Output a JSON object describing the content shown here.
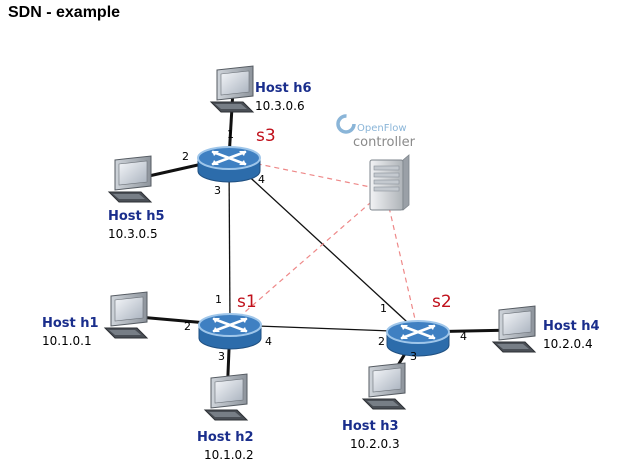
{
  "title": "SDN - example",
  "colors": {
    "host_name": "#1a2e8c",
    "switch_name": "#c0101b",
    "link": "#111111",
    "control_link": "#ee8888",
    "switch_fill": "#3f80c2",
    "switch_rim": "#9fc6ea",
    "openflow_text": "#8ab5d8",
    "controller_text": "#8a8a8a"
  },
  "controller": {
    "brand": "OpenFlow",
    "label": "controller"
  },
  "switches": [
    {
      "id": "s1",
      "label": "s1",
      "ports": [
        {
          "num": "1",
          "side": "top"
        },
        {
          "num": "2",
          "side": "left"
        },
        {
          "num": "3",
          "side": "bottom"
        },
        {
          "num": "4",
          "side": "right"
        }
      ]
    },
    {
      "id": "s2",
      "label": "s2",
      "ports": [
        {
          "num": "1",
          "side": "top-left"
        },
        {
          "num": "2",
          "side": "left"
        },
        {
          "num": "3",
          "side": "bottom"
        },
        {
          "num": "4",
          "side": "right"
        }
      ]
    },
    {
      "id": "s3",
      "label": "s3",
      "ports": [
        {
          "num": "1",
          "side": "top"
        },
        {
          "num": "2",
          "side": "left"
        },
        {
          "num": "3",
          "side": "bottom-left"
        },
        {
          "num": "4",
          "side": "bottom-right"
        }
      ]
    }
  ],
  "hosts": [
    {
      "id": "h1",
      "name": "Host h1",
      "ip": "10.1.0.1"
    },
    {
      "id": "h2",
      "name": "Host h2",
      "ip": "10.1.0.2"
    },
    {
      "id": "h3",
      "name": "Host h3",
      "ip": "10.2.0.3"
    },
    {
      "id": "h4",
      "name": "Host h4",
      "ip": "10.2.0.4"
    },
    {
      "id": "h5",
      "name": "Host h5",
      "ip": "10.3.0.5"
    },
    {
      "id": "h6",
      "name": "Host h6",
      "ip": "10.3.0.6"
    }
  ],
  "links": [
    [
      "s1",
      "s3"
    ],
    [
      "s1",
      "s2"
    ],
    [
      "s3",
      "s2"
    ],
    [
      "s1",
      "h1"
    ],
    [
      "s1",
      "h2"
    ],
    [
      "s2",
      "h3"
    ],
    [
      "s2",
      "h4"
    ],
    [
      "s3",
      "h5"
    ],
    [
      "s3",
      "h6"
    ]
  ],
  "control_links": [
    "s1",
    "s2",
    "s3"
  ]
}
